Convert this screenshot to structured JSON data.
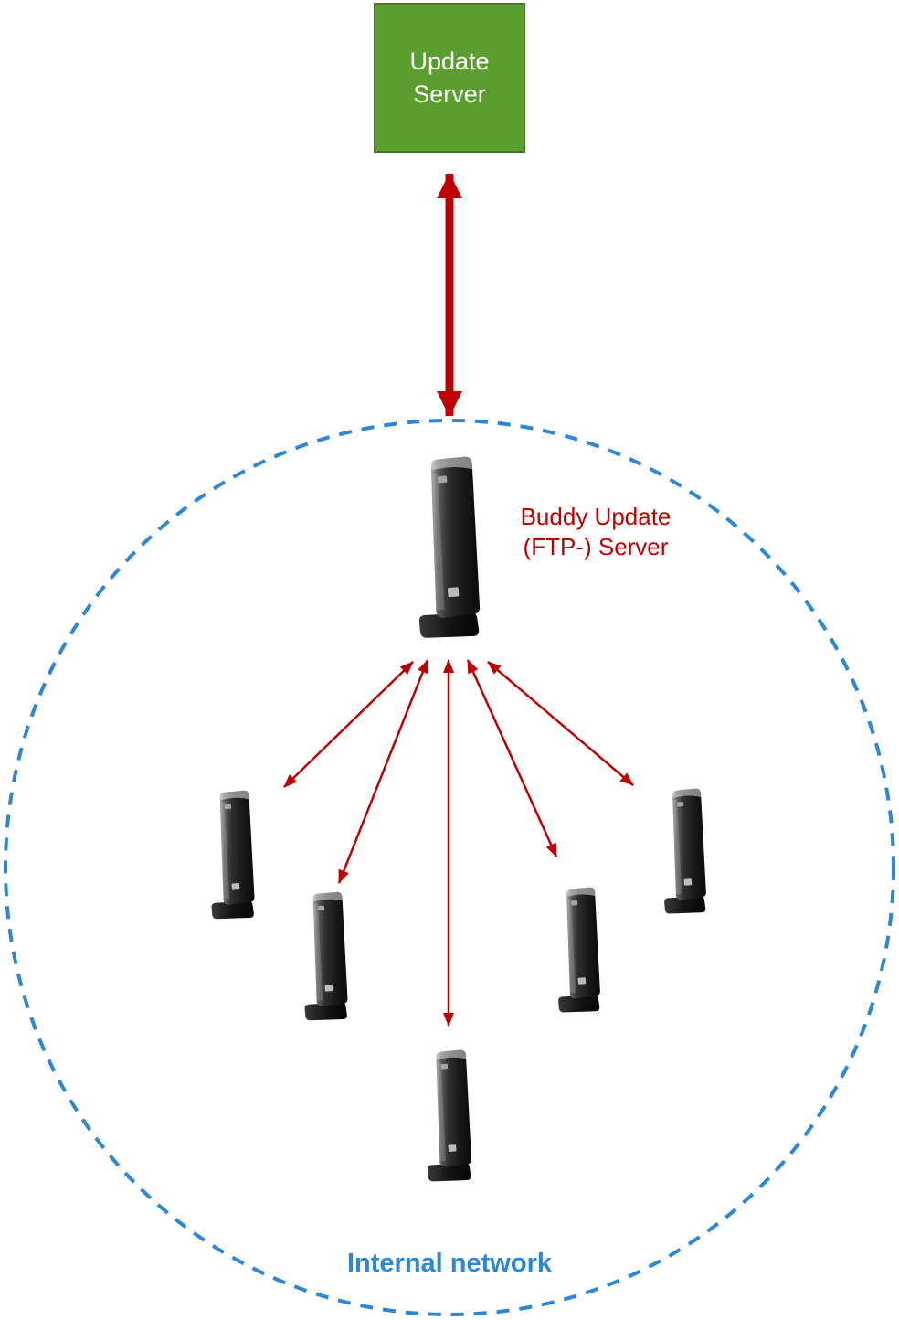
{
  "nodes": {
    "update_server": {
      "line1": "Update",
      "line2": "Server"
    },
    "buddy_server": {
      "line1": "Buddy Update",
      "line2": "(FTP-) Server"
    },
    "network": {
      "label": "Internal network"
    }
  },
  "colors": {
    "green_fill": "#5a9e30",
    "green_border": "#447821",
    "red": "#c00000",
    "blue": "#2e86d6",
    "device_dark": "#141414"
  }
}
